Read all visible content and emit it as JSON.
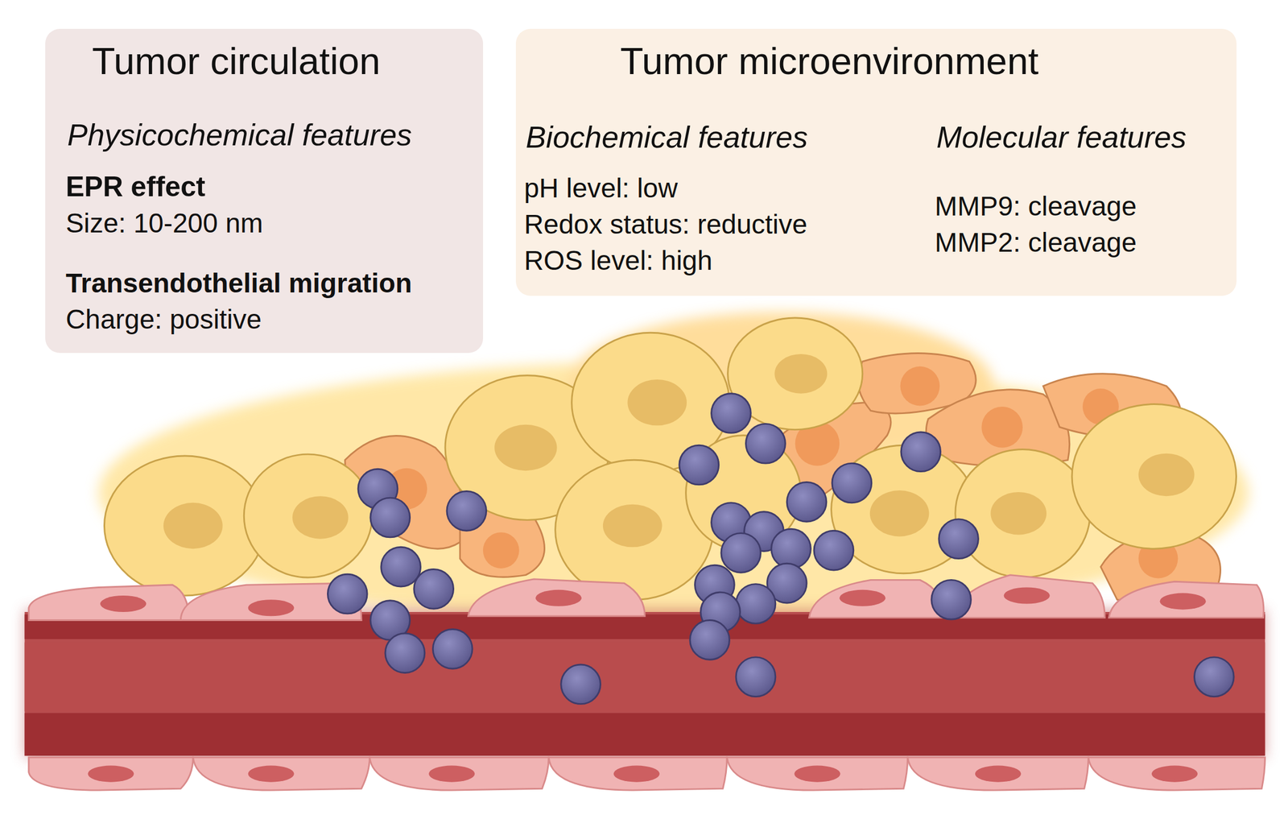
{
  "diagram": {
    "nodes": [
      {
        "text": [
          "Tumor circulation",
          "Physicochemical features",
          "EPR effect",
          "Size: 10-200 nm",
          "Transendothelial migration",
          "Charge: positive"
        ]
      },
      {
        "text": [
          "Tumor microenvironment",
          "Biochemical features",
          "pH level: low",
          "Redox status: reductive",
          "ROS level: high",
          "Molecular features",
          "MMP9: cleavage",
          "MMP2: cleavage"
        ]
      }
    ]
  }
}
